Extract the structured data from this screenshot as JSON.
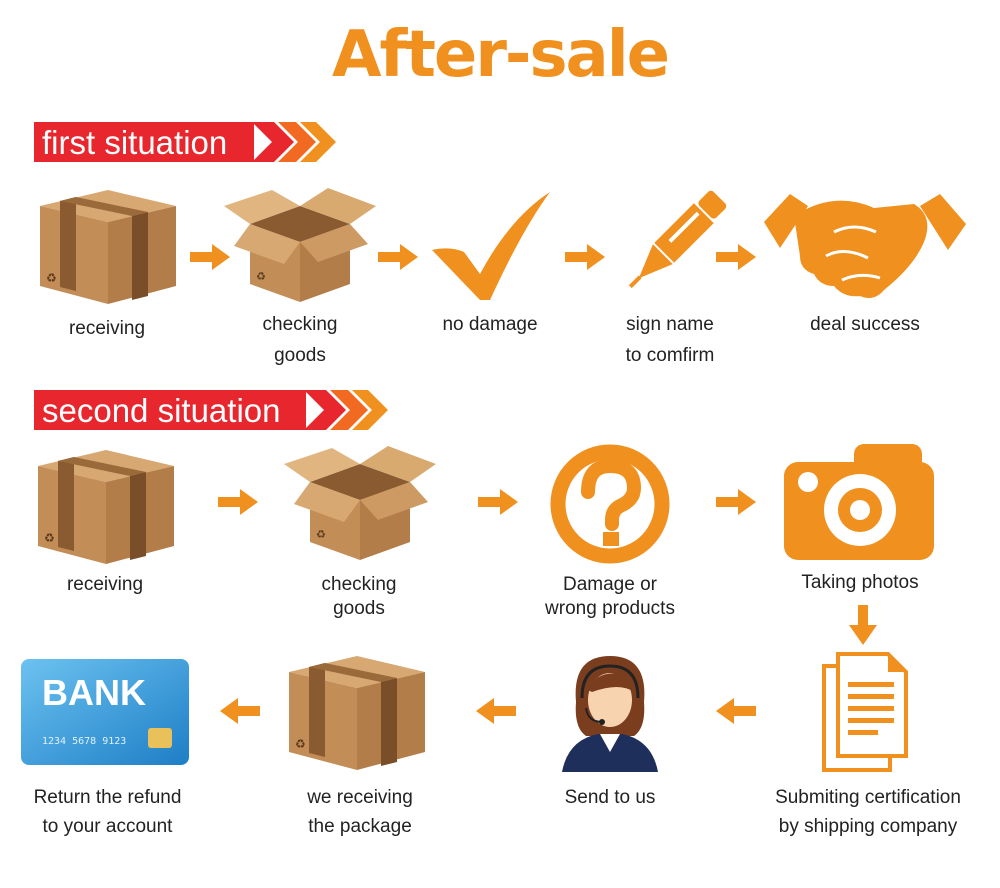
{
  "title": "After-sale",
  "sections": {
    "first": {
      "heading": "first situation"
    },
    "second": {
      "heading": "second situation"
    }
  },
  "first_steps": [
    {
      "label": "receiving"
    },
    {
      "label_line1": "checking",
      "label_line2": "goods"
    },
    {
      "label": "no damage"
    },
    {
      "label_line1": "sign name",
      "label_line2": "to comfirm"
    },
    {
      "label": "deal success"
    }
  ],
  "second_steps": [
    {
      "label": "receiving"
    },
    {
      "label_line1": "checking",
      "label_line2": "goods"
    },
    {
      "label_line1": "Damage or",
      "label_line2": "wrong products"
    },
    {
      "label": "Taking photos"
    }
  ],
  "third_steps": [
    {
      "label_line1": "Return the refund",
      "label_line2": "to your account"
    },
    {
      "label_line1": "we receiving",
      "label_line2": "the package"
    },
    {
      "label": "Send to us"
    },
    {
      "label_line1": "Submiting certification",
      "label_line2": "by shipping company"
    }
  ],
  "bank_card": {
    "brand": "BANK",
    "number": "1234 5678 9123"
  },
  "colors": {
    "accent": "#f0901e",
    "banner": "#e8262e",
    "box": "#c8955e",
    "tape": "#8a5a30"
  }
}
